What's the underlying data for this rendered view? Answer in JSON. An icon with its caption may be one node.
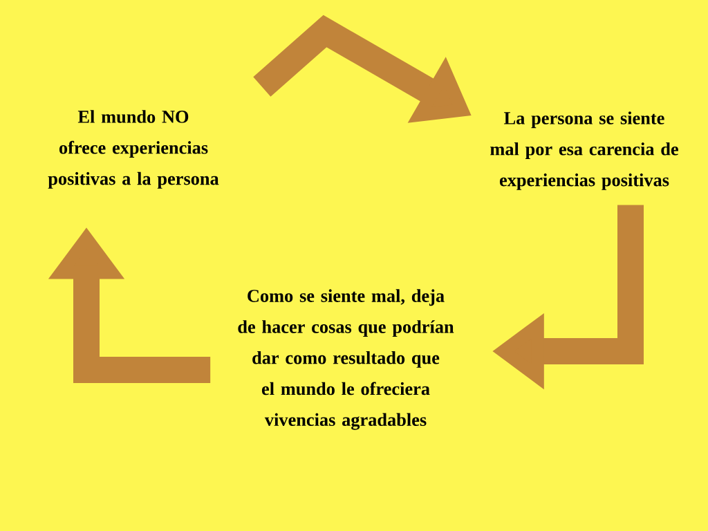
{
  "diagram": {
    "nodes": [
      {
        "text": [
          "El mundo NO ofrece experiencias positivas a la persona"
        ]
      },
      {
        "text": [
          "La persona se siente mal por esa carencia de experiencias positivas"
        ]
      },
      {
        "text": [
          "Como se siente mal, deja de hacer cosas que podrían dar como resultado que el mundo le ofreciera vivencias agradables"
        ]
      }
    ],
    "edges": [
      {
        "from": 0,
        "to": 1,
        "arrow": "to"
      },
      {
        "from": 1,
        "to": 2,
        "arrow": "to"
      },
      {
        "from": 2,
        "to": 0,
        "arrow": "to"
      }
    ]
  }
}
